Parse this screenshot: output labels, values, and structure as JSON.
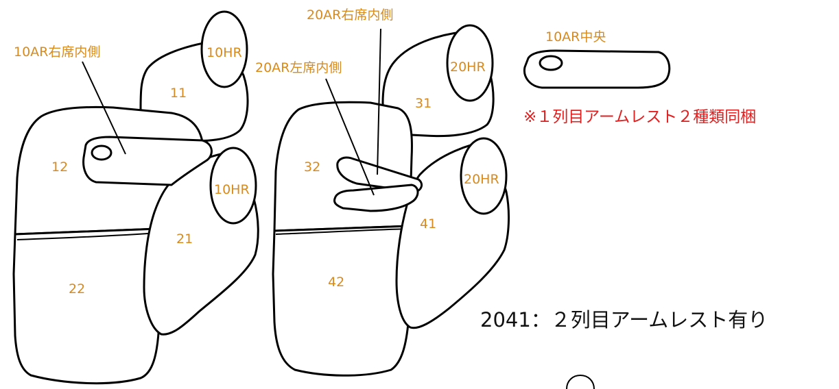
{
  "labels": {
    "left_armrest_callout": "10AR右席内側",
    "center_armrest_callout": "20AR右席内側",
    "center_armrest_left_callout": "20AR左席内側",
    "front_center_armrest_callout": "10AR中央",
    "headrest_front_upper": "10HR",
    "headrest_front_lower": "10HR",
    "headrest_rear_upper": "20HR",
    "headrest_rear_lower": "20HR"
  },
  "parts": {
    "p11": "11",
    "p12": "12",
    "p21": "21",
    "p22": "22",
    "p31": "31",
    "p32": "32",
    "p41": "41",
    "p42": "42"
  },
  "notes": {
    "armrest_note": "※１列目アームレスト２種類同梱",
    "model_note": "2041：２列目アームレスト有り"
  },
  "colors": {
    "label": "#d98a1c",
    "note_red": "#e02020",
    "outline": "#000000"
  }
}
